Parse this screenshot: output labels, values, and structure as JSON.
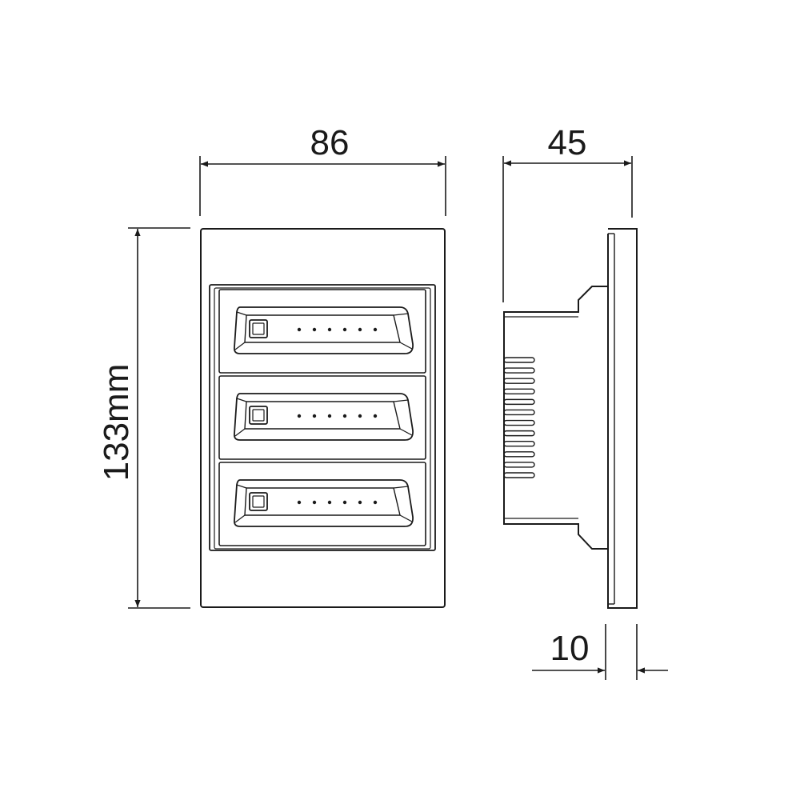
{
  "dimensions": {
    "width_label": "86",
    "depth_label": "45",
    "height_label": "133mm",
    "plate_depth_label": "10"
  },
  "front_view": {
    "switch_count": 3,
    "indicator_dots_per_switch": 6
  },
  "side_view": {
    "vent_fin_count": 12
  },
  "colors": {
    "line": "#1a1a1a",
    "background": "#ffffff"
  }
}
